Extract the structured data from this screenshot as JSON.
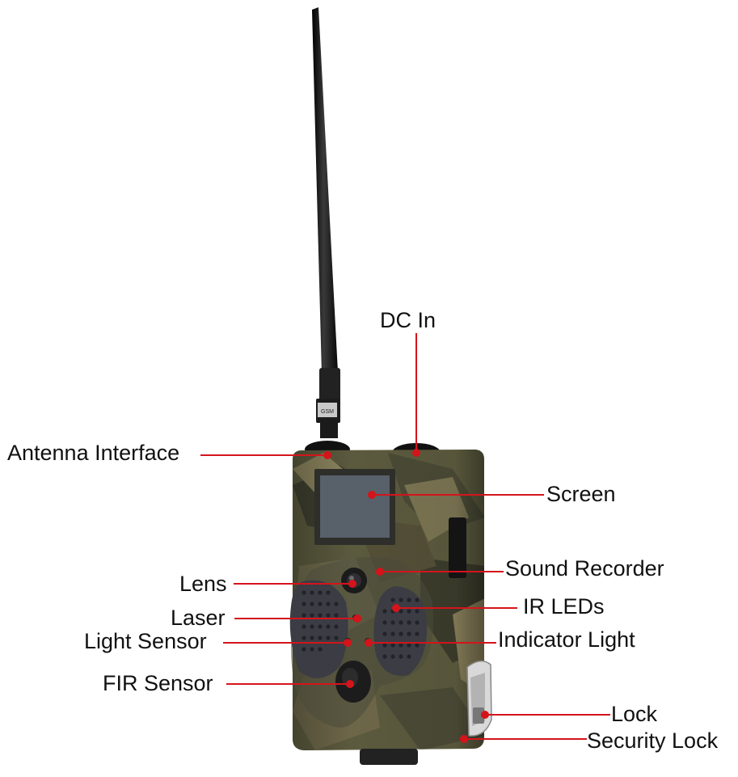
{
  "diagram": {
    "labels": {
      "dc_in": "DC In",
      "antenna_interface": "Antenna Interface",
      "screen": "Screen",
      "sound_recorder": "Sound Recorder",
      "lens": "Lens",
      "ir_leds": "IR LEDs",
      "laser": "Laser",
      "light_sensor": "Light Sensor",
      "indicator_light": "Indicator Light",
      "fir_sensor": "FIR Sensor",
      "lock": "Lock",
      "security_lock": "Security Lock"
    },
    "antenna_tag": "GSM",
    "colors": {
      "leader_line": "#d4141b",
      "camo_base": "#5b5a3e",
      "antenna": "#1a1a1a"
    }
  }
}
